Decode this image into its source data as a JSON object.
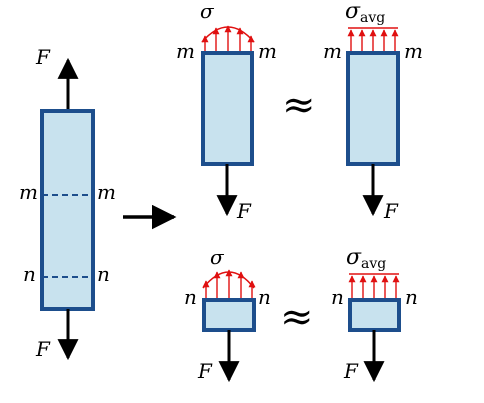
{
  "colors": {
    "bar_fill": "#c8e2ee",
    "bar_stroke": "#1d4e8c",
    "stress_arrow": "#e01010",
    "force_arrow": "#000000"
  },
  "labels": {
    "force": "F",
    "section_m": "m",
    "section_n": "n",
    "sigma": "σ",
    "sigma_avg": "σ",
    "avg_subscript": "avg",
    "approx": "≈"
  }
}
